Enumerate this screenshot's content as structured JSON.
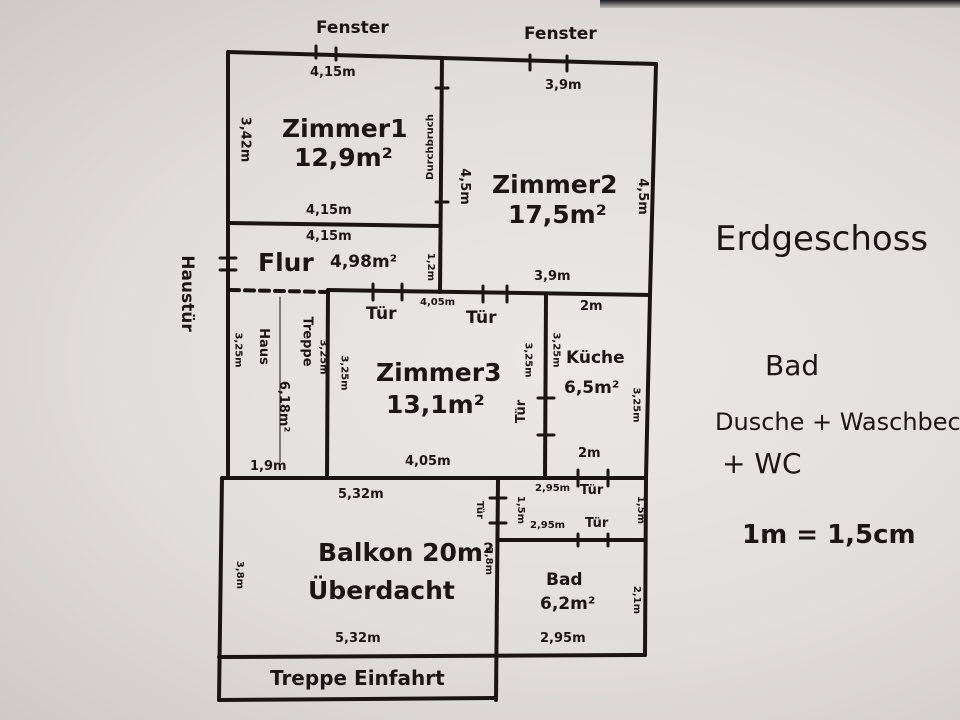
{
  "title": "Erdgeschoss",
  "legend": {
    "bad_label": "Bad",
    "bad_line1": "Dusche + Waschbecken",
    "bad_line2": "+ WC",
    "scale": "1m = 1,5cm"
  },
  "labels": {
    "window1": "Fenster",
    "window2": "Fenster",
    "entrance": "Haustür"
  },
  "rooms": {
    "zimmer1": {
      "name": "Zimmer1",
      "area": "12,9m²",
      "top": "4,15m",
      "bottom": "4,15m",
      "side": "3,42m",
      "opening": "Durchbruch"
    },
    "zimmer2": {
      "name": "Zimmer2",
      "area": "17,5m²",
      "top": "3,9m",
      "bottom": "3,9m",
      "left": "4,5m",
      "right": "4,5m"
    },
    "flur": {
      "name": "Flur",
      "area": "4,98m²",
      "top": "4,15m",
      "side": "1,2m"
    },
    "treppenhaus": {
      "name": "Haus",
      "name2": "Treppe",
      "name3": "6,18m²",
      "side": "3,25m",
      "side2": "3,25m",
      "bottom": "1,9m"
    },
    "zimmer3": {
      "name": "Zimmer3",
      "area": "13,1m²",
      "top": "4,05m",
      "bottom": "4,05m",
      "left": "3,25m",
      "right": "3,25m",
      "door1": "Tür",
      "door2": "Tür",
      "door3": "Tür"
    },
    "kueche": {
      "name": "Küche",
      "area": "6,5m²",
      "top": "2m",
      "bottom": "2m",
      "left": "3,25m",
      "right": "3,25m"
    },
    "balkon": {
      "name": "Balkon 20m²",
      "note": "Überdacht",
      "top": "5,32m",
      "bottom": "5,32m",
      "side": "3,8m",
      "right": "3,8m",
      "door": "Tür"
    },
    "flur2": {
      "top": "2,95m",
      "door1": "Tür",
      "mid": "2,95m",
      "door2": "Tür",
      "side": "1,5m",
      "side2": "1,5m"
    },
    "bad": {
      "name": "Bad",
      "area": "6,2m²",
      "bottom": "2,95m",
      "side": "2,1m"
    },
    "treppe_einfahrt": {
      "name": "Treppe Einfahrt"
    }
  }
}
